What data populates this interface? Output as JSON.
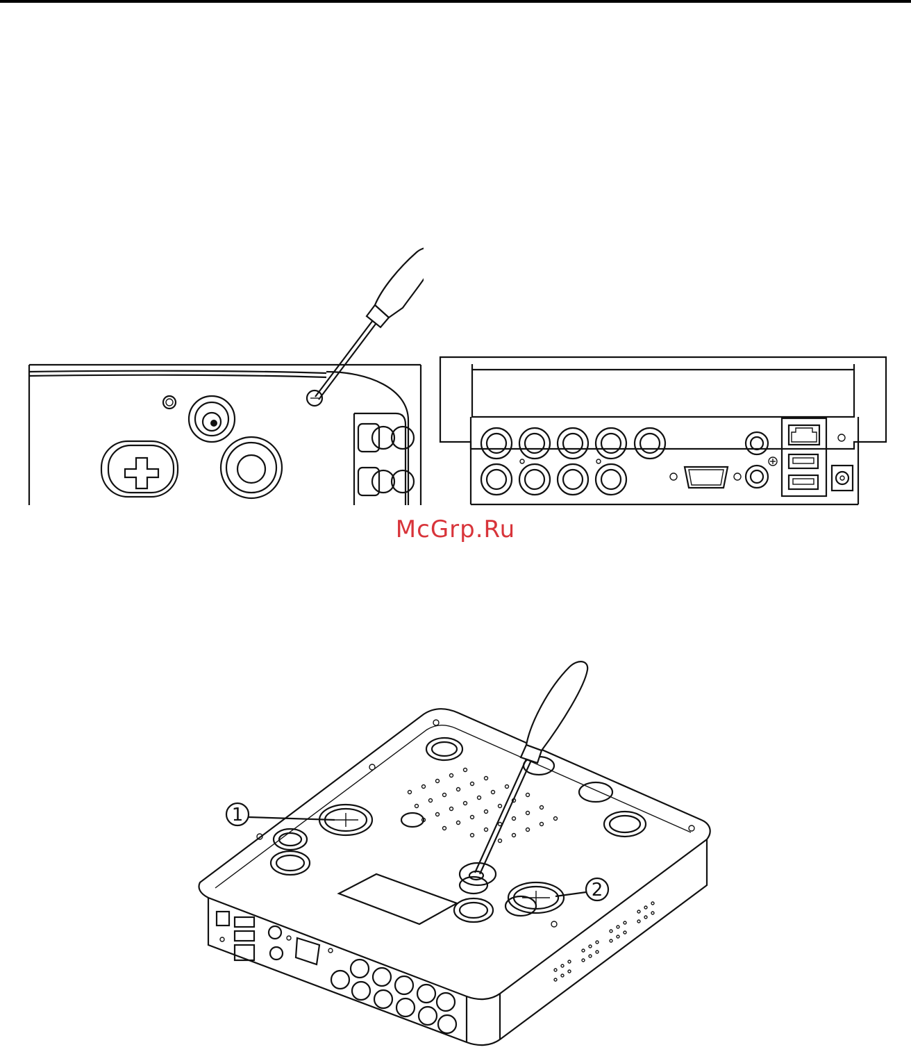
{
  "watermark": {
    "text": "McGrp.Ru",
    "color": "#d8343a"
  },
  "callouts": [
    {
      "label": "1"
    },
    {
      "label": "2"
    }
  ],
  "icons": {
    "screwdriver": "screwdriver-icon",
    "ground": "ground-symbol-icon"
  }
}
